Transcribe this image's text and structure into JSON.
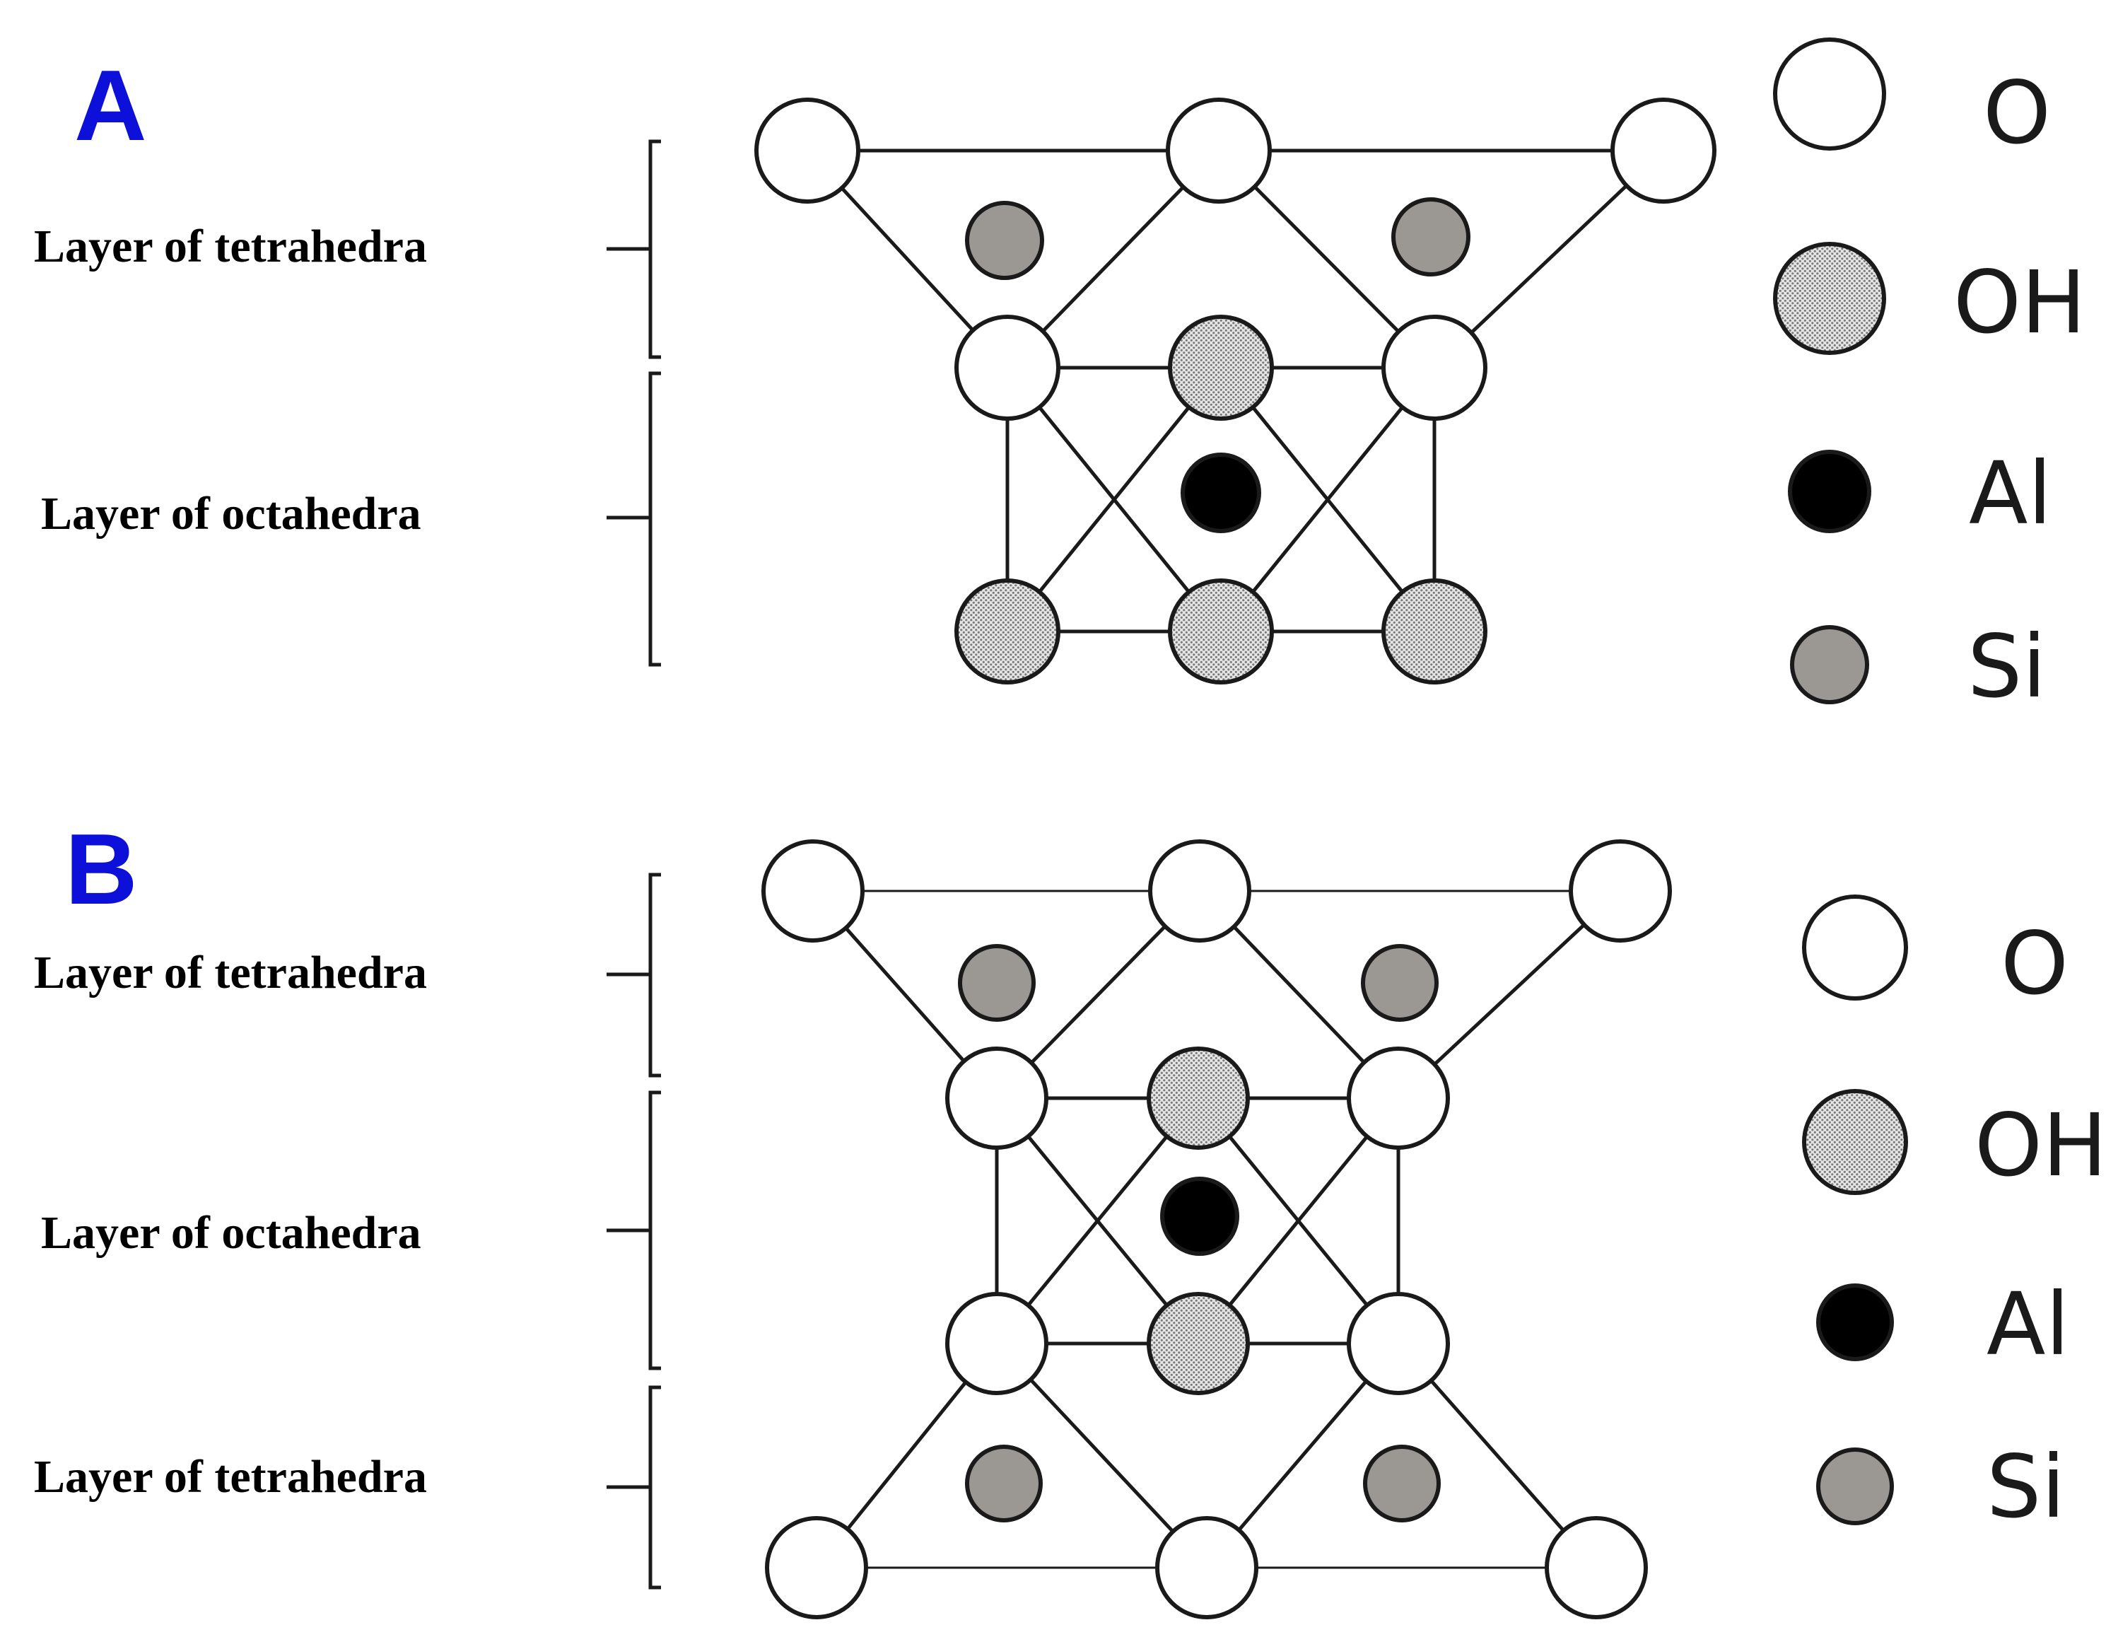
{
  "colors": {
    "panel_letter": "#0d10d8",
    "O": "#ffffff",
    "OH": "#d4d4d4",
    "Al": "#000000",
    "Si": "#9b9894",
    "stroke": "#1a1a1a"
  },
  "panels": [
    {
      "id": "A",
      "letter": "A",
      "layers": [
        {
          "label": "Layer of tetrahedra"
        },
        {
          "label": "Layer of octahedra"
        }
      ],
      "legend": [
        {
          "species": "O",
          "label": "O"
        },
        {
          "species": "OH",
          "label": "OH"
        },
        {
          "species": "Al",
          "label": "Al"
        },
        {
          "species": "Si",
          "label": "Si"
        }
      ]
    },
    {
      "id": "B",
      "letter": "B",
      "layers": [
        {
          "label": "Layer of tetrahedra"
        },
        {
          "label": "Layer of octahedra"
        },
        {
          "label": "Layer of tetrahedra"
        }
      ],
      "legend": [
        {
          "species": "O",
          "label": "O"
        },
        {
          "species": "OH",
          "label": "OH"
        },
        {
          "species": "Al",
          "label": "Al"
        },
        {
          "species": "Si",
          "label": "Si"
        }
      ]
    }
  ]
}
